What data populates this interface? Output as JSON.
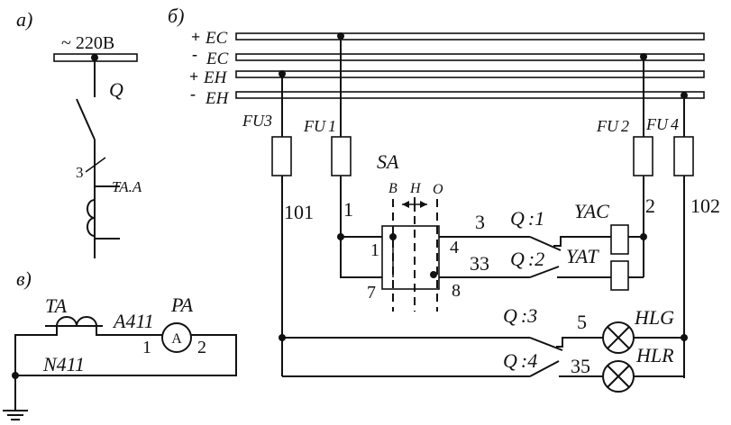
{
  "panel_a": {
    "label": "a)",
    "supply": "~ 220B",
    "breaker": "Q",
    "wire_count": "3",
    "transformer": "TA.A"
  },
  "panel_b": {
    "label": "б)",
    "buses": [
      {
        "sign": "+",
        "name": "EC"
      },
      {
        "sign": "-",
        "name": "EC"
      },
      {
        "sign": "+",
        "name": "EH"
      },
      {
        "sign": "-",
        "name": "EH"
      }
    ],
    "fuses": [
      {
        "prefix": "FU",
        "num": "3"
      },
      {
        "prefix": "FU",
        "num": "1"
      },
      {
        "prefix": "FU",
        "num": "2"
      },
      {
        "prefix": "FU",
        "num": "4"
      }
    ],
    "switch": "SA",
    "positions": [
      "B",
      "H",
      "O"
    ],
    "wires": [
      "101",
      "1",
      "2",
      "102",
      "3",
      "33",
      "5",
      "35"
    ],
    "terminals": [
      "1",
      "4",
      "7",
      "8"
    ],
    "contacts": [
      {
        "name": "Q",
        "num": "1"
      },
      {
        "name": "Q",
        "num": "2"
      },
      {
        "name": "Q",
        "num": "3"
      },
      {
        "name": "Q",
        "num": "4"
      }
    ],
    "coils": [
      "YAC",
      "YAT"
    ],
    "lamps": [
      "HLG",
      "HLR"
    ]
  },
  "panel_c": {
    "label": "в)",
    "transformer": "TA",
    "phase_wire": "A411",
    "neutral_wire": "N411",
    "ammeter": "PA",
    "ammeter_symbol": "A",
    "terminals": [
      "1",
      "2"
    ]
  }
}
